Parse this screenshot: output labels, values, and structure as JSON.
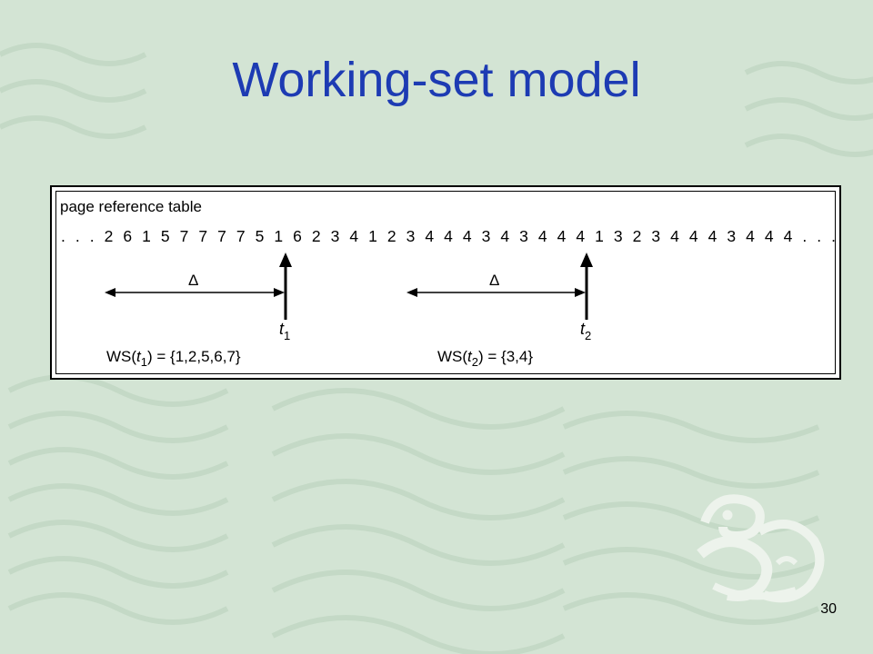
{
  "slide": {
    "title": "Working-set model",
    "page_number": "30"
  },
  "figure": {
    "label": "page reference table",
    "reference_string": ". . . 2 6 1 5 7 7 7 7 5 1 6 2 3 4 1 2 3 4 4 4 3 4 3 4 4 4 1 3 2 3 4 4 4 3 4 4 4 . . .",
    "delta_symbol": "Δ",
    "t1": {
      "var": "t",
      "sub": "1",
      "ws_prefix": "WS(",
      "ws_suffix": ") = {1,2,5,6,7}"
    },
    "t2": {
      "var": "t",
      "sub": "2",
      "ws_prefix": "WS(",
      "ws_suffix": ") = {3,4}"
    }
  },
  "colors": {
    "background": "#d3e4d4",
    "title": "#1d3bb3",
    "decor": "#c3d8c5"
  }
}
